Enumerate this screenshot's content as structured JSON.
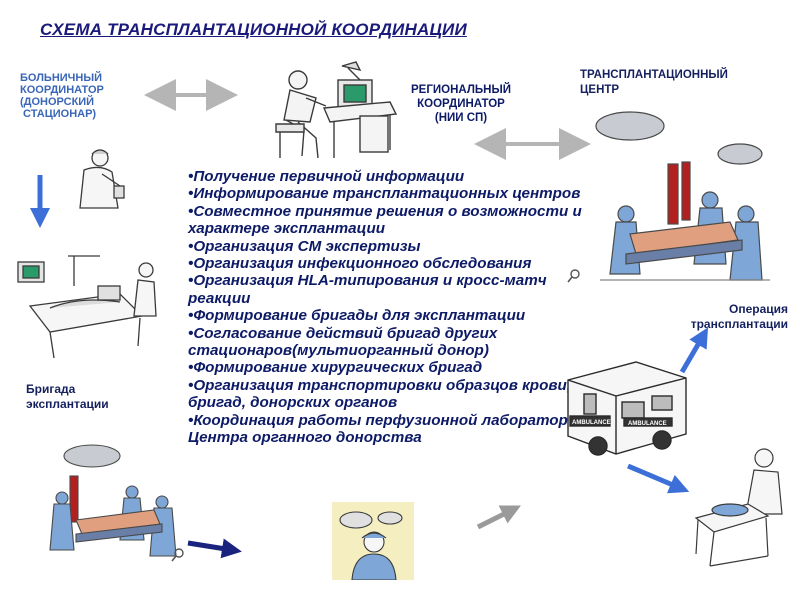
{
  "title": "СХЕМА ТРАНСПЛАНТАЦИОННОЙ КООРДИНАЦИИ",
  "nodes": {
    "hospital_coordinator": "БОЛЬНИЧНЫЙ\nКООРДИНАТОР\n(ДОНОРСКИЙ\n СТАЦИОНАР)",
    "regional_coordinator": "РЕГИОНАЛЬНЫЙ\nКООРДИНАТОР\n(НИИ СП)",
    "transplant_center": "ТРАНСПЛАНТАЦИОННЫЙ\nЦЕНТР",
    "explant_team": "Бригада\nэксплантации",
    "transplant_operation": "Операция\nтрансплантации"
  },
  "tasks": [
    "•Получение первичной информации",
    "•Информирование трансплантационных центров",
    "•Совместное принятие решения о возможности и характере эксплантации",
    "•Организация СМ экспертизы",
    "•Организация инфекционного обследования",
    "•Организация HLA-типирования и кросс-матч реакции",
    "•Формирование бригады для эксплантации",
    "•Согласование действий бригад других стационаров(мультиорганный донор)",
    "•Формирование хирургических бригад",
    "•Организация транспортировки образцов крови, бригад, донорских органов",
    "•Координация работы перфузионной лаборатории Центра органного донорства"
  ],
  "ambulance_text": "AMBULANCE",
  "colors": {
    "title": "#1a1a7a",
    "text": "#0d1a66",
    "label_blue": "#3a66b8",
    "arrow_grey": "#b5b5b5",
    "arrow_blue": "#3d6fd8",
    "arrow_navy": "#1a237e"
  },
  "icons": [
    "desk-worker",
    "doctor",
    "patient-bed",
    "operating-room",
    "ambulance",
    "surgeon-portrait",
    "recovery-bed"
  ]
}
